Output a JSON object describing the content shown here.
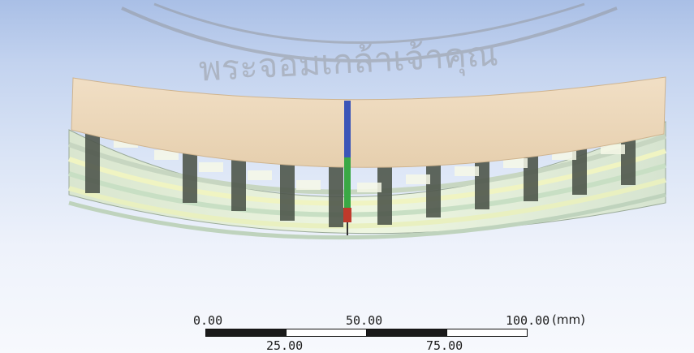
{
  "watermark": {
    "text": "พระจอมเกล้าเจ้าคุณ",
    "color": "#8f8f8f"
  },
  "model_view": {
    "top_plate_color": "#ecd6b8",
    "core_colors": [
      "#5b6358",
      "#b9c7b8",
      "#e7f2da",
      "#f3f6c6",
      "#cfe6cf"
    ],
    "axis": {
      "z_color": "#3b55b8",
      "y_color": "#3aa845",
      "x_color": "#c0392b"
    }
  },
  "scale_bar": {
    "top_labels": [
      "0.00",
      "50.00",
      "100.00"
    ],
    "bottom_labels": [
      "25.00",
      "75.00"
    ],
    "unit": "(mm)"
  }
}
